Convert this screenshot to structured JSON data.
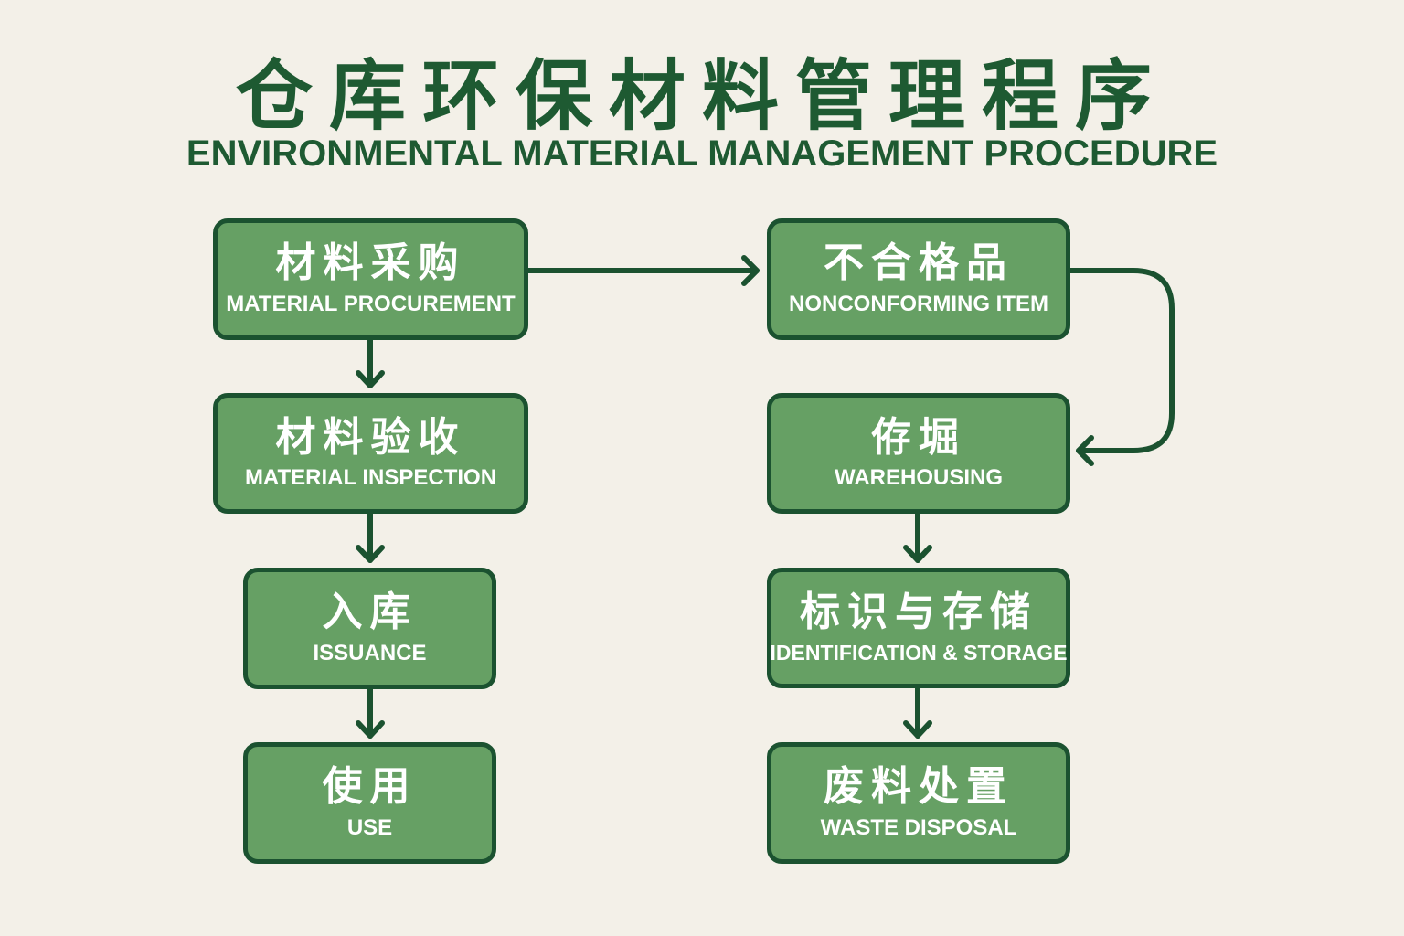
{
  "title": {
    "chinese": "仓库环保材料管理程序",
    "english": "ENVIRONMENTAL MATERIAL MANAGEMENT PROCEDURE"
  },
  "colors": {
    "background": "#f3f0e8",
    "title": "#1e5a32",
    "box_fill": "#66a064",
    "box_border": "#1b5230",
    "box_text": "#ffffff",
    "arrow": "#1b5230"
  },
  "left_column": [
    {
      "id": "procurement",
      "cn": "材料采购",
      "en": "MATERIAL PROCUREMENT"
    },
    {
      "id": "inspection",
      "cn": "材料验收",
      "en": "MATERIAL INSPECTION"
    },
    {
      "id": "issuance",
      "cn": "入库",
      "en": "ISSUANCE"
    },
    {
      "id": "use",
      "cn": "使用",
      "en": "USE"
    }
  ],
  "right_column": [
    {
      "id": "nonconforming",
      "cn": "不合格品",
      "en": "NONCONFORMING ITEM"
    },
    {
      "id": "warehousing",
      "cn": "侟堀",
      "en": "WAREHOUSING"
    },
    {
      "id": "identification",
      "cn": "标识与存储",
      "en": "IDENTIFICATION & STORAGE"
    },
    {
      "id": "waste",
      "cn": "废料处置",
      "en": "WASTE DISPOSAL"
    }
  ],
  "connections": [
    {
      "from": "procurement",
      "to": "inspection"
    },
    {
      "from": "inspection",
      "to": "issuance"
    },
    {
      "from": "issuance",
      "to": "use"
    },
    {
      "from": "procurement",
      "to": "nonconforming"
    },
    {
      "from": "nonconforming",
      "to": "warehousing"
    },
    {
      "from": "warehousing",
      "to": "identification"
    },
    {
      "from": "identification",
      "to": "waste"
    }
  ]
}
